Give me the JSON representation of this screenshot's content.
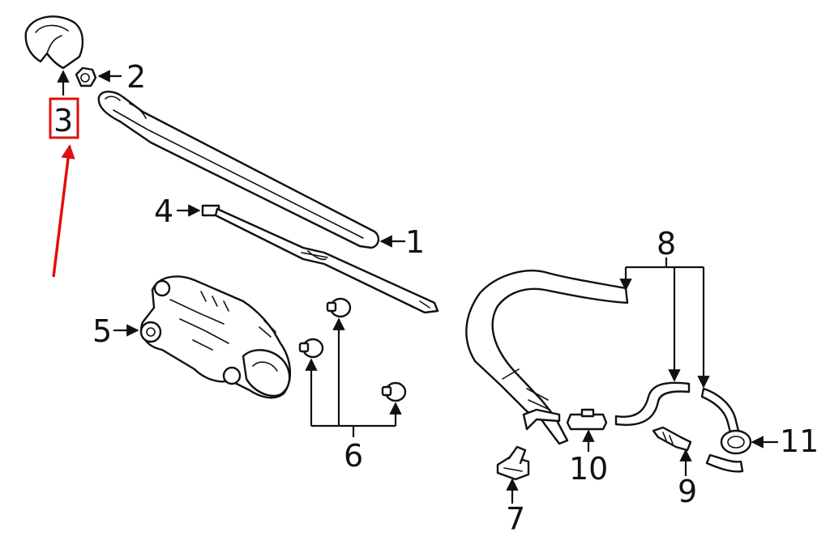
{
  "callouts": {
    "c1": "1",
    "c2": "2",
    "c3": "3",
    "c4": "4",
    "c5": "5",
    "c6": "6",
    "c7": "7",
    "c8": "8",
    "c9": "9",
    "c10": "10",
    "c11": "11"
  },
  "highlight": {
    "target_label": "3",
    "color": "#e01010"
  },
  "colors": {
    "line": "#111111",
    "background": "#ffffff"
  }
}
